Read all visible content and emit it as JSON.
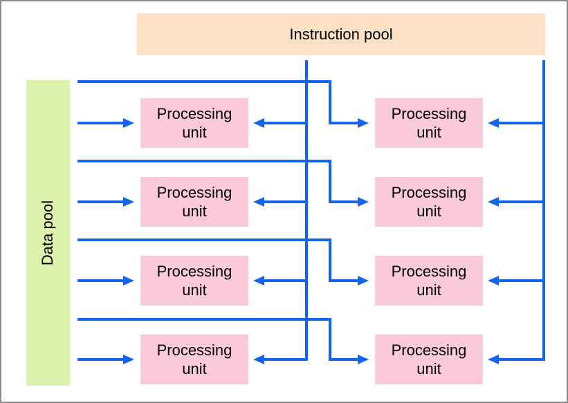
{
  "palette": {
    "background": "#ffffff",
    "frame-border": "#8a8a8a",
    "instruction-pool-fill": "#fce1c4",
    "data-pool-fill": "#ddf2ad",
    "processing-unit-fill": "#facadc",
    "connector-blue": "#1565ec",
    "text-color": "#000000"
  },
  "diagram": {
    "instruction_pool": {
      "label": "Instruction pool"
    },
    "data_pool": {
      "label": "Data pool"
    },
    "processing_unit_label": "Processing unit",
    "grid": {
      "rows": 4,
      "columns": 2
    },
    "connections": [
      {
        "from": "data-pool",
        "to": "processing-unit-row1-col1"
      },
      {
        "from": "data-pool",
        "to": "processing-unit-row1-col2"
      },
      {
        "from": "data-pool",
        "to": "processing-unit-row2-col1"
      },
      {
        "from": "data-pool",
        "to": "processing-unit-row2-col2"
      },
      {
        "from": "data-pool",
        "to": "processing-unit-row3-col1"
      },
      {
        "from": "data-pool",
        "to": "processing-unit-row3-col2"
      },
      {
        "from": "data-pool",
        "to": "processing-unit-row4-col1"
      },
      {
        "from": "data-pool",
        "to": "processing-unit-row4-col2"
      },
      {
        "from": "instruction-pool",
        "to": "processing-unit-row1-col1"
      },
      {
        "from": "instruction-pool",
        "to": "processing-unit-row1-col2"
      },
      {
        "from": "instruction-pool",
        "to": "processing-unit-row2-col1"
      },
      {
        "from": "instruction-pool",
        "to": "processing-unit-row2-col2"
      },
      {
        "from": "instruction-pool",
        "to": "processing-unit-row3-col1"
      },
      {
        "from": "instruction-pool",
        "to": "processing-unit-row3-col2"
      },
      {
        "from": "instruction-pool",
        "to": "processing-unit-row4-col1"
      },
      {
        "from": "instruction-pool",
        "to": "processing-unit-row4-col2"
      }
    ]
  }
}
